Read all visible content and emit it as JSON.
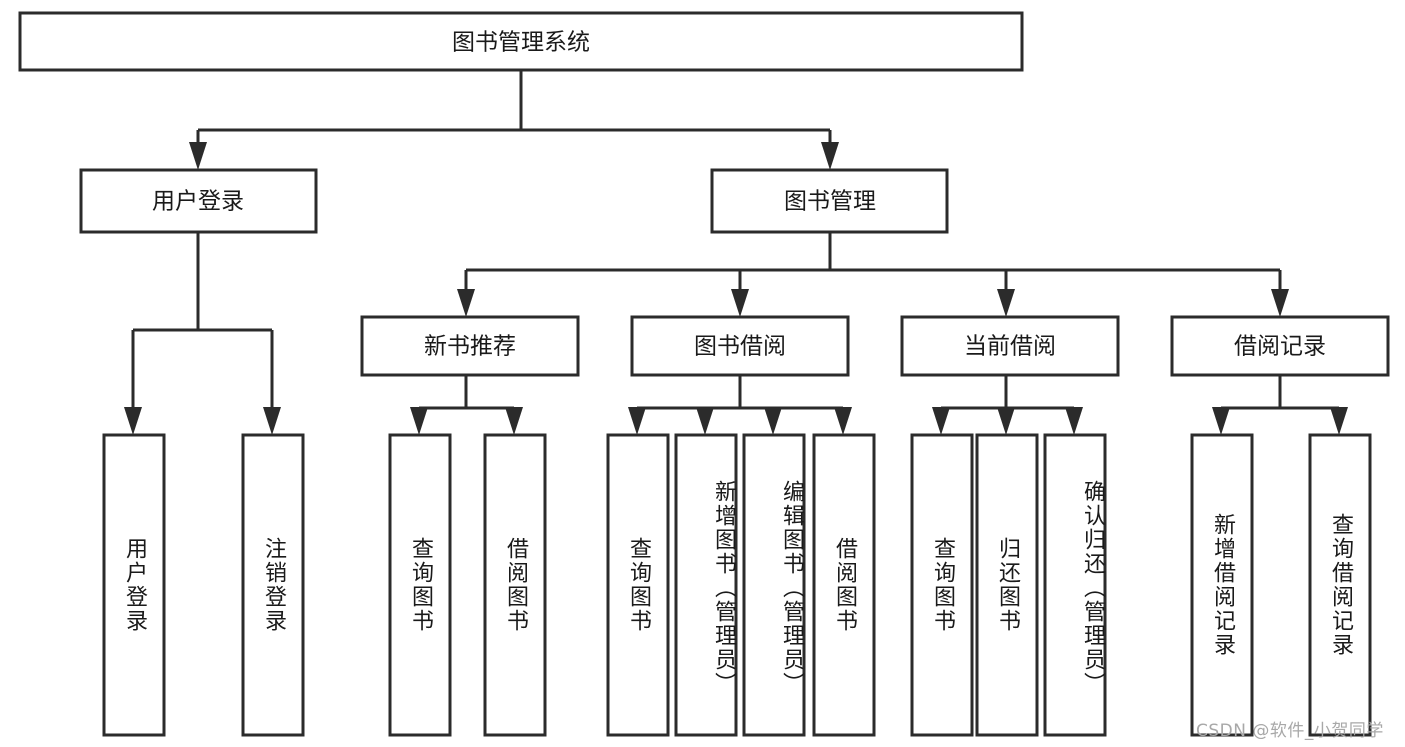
{
  "diagram": {
    "title": "图书管理系统",
    "type": "function-structure-tree",
    "orientation": "top-down",
    "root": {
      "id": "root",
      "label": "图书管理系统",
      "level": 0,
      "orient": "horizontal"
    },
    "level2": [
      {
        "id": "user-login",
        "label": "用户登录",
        "orient": "horizontal"
      },
      {
        "id": "book-management",
        "label": "图书管理",
        "orient": "horizontal"
      }
    ],
    "level3": [
      {
        "id": "new-book-recommend",
        "label": "新书推荐",
        "orient": "horizontal",
        "parent": "book-management"
      },
      {
        "id": "book-borrow",
        "label": "图书借阅",
        "orient": "horizontal",
        "parent": "book-management"
      },
      {
        "id": "current-borrow",
        "label": "当前借阅",
        "orient": "horizontal",
        "parent": "book-management"
      },
      {
        "id": "borrow-record",
        "label": "借阅记录",
        "orient": "horizontal",
        "parent": "book-management"
      }
    ],
    "leaves": [
      {
        "id": "leaf-user-login",
        "label": "用户登录",
        "parent": "user-login",
        "orient": "vertical"
      },
      {
        "id": "leaf-user-logout",
        "label": "注销登录",
        "parent": "user-login",
        "orient": "vertical"
      },
      {
        "id": "leaf-query-book-1",
        "label": "查询图书",
        "parent": "new-book-recommend",
        "orient": "vertical"
      },
      {
        "id": "leaf-borrow-book-1",
        "label": "借阅图书",
        "parent": "new-book-recommend",
        "orient": "vertical"
      },
      {
        "id": "leaf-query-book-2",
        "label": "查询图书",
        "parent": "book-borrow",
        "orient": "vertical"
      },
      {
        "id": "leaf-add-book",
        "label": "新增图书（管理员）",
        "parent": "book-borrow",
        "orient": "vertical"
      },
      {
        "id": "leaf-edit-book",
        "label": "编辑图书（管理员）",
        "parent": "book-borrow",
        "orient": "vertical"
      },
      {
        "id": "leaf-borrow-book-2",
        "label": "借阅图书",
        "parent": "book-borrow",
        "orient": "vertical"
      },
      {
        "id": "leaf-query-book-3",
        "label": "查询图书",
        "parent": "current-borrow",
        "orient": "vertical"
      },
      {
        "id": "leaf-return-book",
        "label": "归还图书",
        "parent": "current-borrow",
        "orient": "vertical"
      },
      {
        "id": "leaf-confirm-return",
        "label": "确认归还（管理员）",
        "parent": "current-borrow",
        "orient": "vertical"
      },
      {
        "id": "leaf-add-record",
        "label": "新增借阅记录",
        "parent": "borrow-record",
        "orient": "vertical"
      },
      {
        "id": "leaf-query-record",
        "label": "查询借阅记录",
        "parent": "borrow-record",
        "orient": "vertical"
      }
    ],
    "colors": {
      "box_stroke": "#2b2b2b",
      "box_fill": "#ffffff",
      "connector": "#2b2b2b",
      "text": "#1a1a1a",
      "background": "#ffffff",
      "watermark": "#a8a8a8"
    }
  },
  "watermark": {
    "text": "CSDN @软件_小贺同学"
  }
}
